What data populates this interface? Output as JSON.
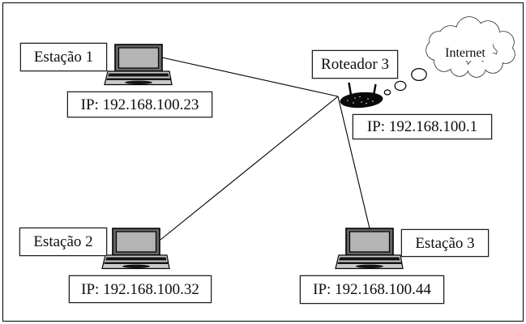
{
  "diagram": {
    "type": "network-topology",
    "internet": {
      "label": "Internet"
    },
    "nodes": {
      "station1": {
        "label": "Estação 1",
        "ip_label": "IP: 192.168.100.23"
      },
      "station2": {
        "label": "Estação 2",
        "ip_label": "IP: 192.168.100.32"
      },
      "station3": {
        "label": "Estação 3",
        "ip_label": "IP: 192.168.100.44"
      },
      "router": {
        "label": "Roteador 3",
        "ip_label": "IP: 192.168.100.1"
      }
    },
    "connections": [
      {
        "from": "station1",
        "to": "router"
      },
      {
        "from": "station2",
        "to": "router"
      },
      {
        "from": "station3",
        "to": "router"
      },
      {
        "from": "router",
        "to": "internet"
      }
    ],
    "colors": {
      "line": "#000000",
      "laptop_bezel": "#646464",
      "laptop_screen": "#b4b4b4",
      "laptop_base": "#cbcbcb",
      "router_body": "#0a0a0a",
      "background": "#ffffff"
    }
  }
}
